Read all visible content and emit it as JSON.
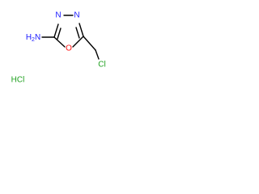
{
  "molecule": {
    "atoms": {
      "nh2": {
        "element": "N",
        "label": "H2N",
        "color": "#1a1aff"
      },
      "n3": {
        "element": "N",
        "label": "N",
        "color": "#1a1aff"
      },
      "n4": {
        "element": "N",
        "label": "N",
        "color": "#1a1aff"
      },
      "o1": {
        "element": "O",
        "label": "O",
        "color": "#ff0d0d"
      },
      "cl": {
        "element": "Cl",
        "label": "Cl",
        "color": "#1fa01f"
      }
    },
    "salt": {
      "label": "HCl",
      "color": "#1fa01f"
    }
  },
  "bond_color": "#000000"
}
